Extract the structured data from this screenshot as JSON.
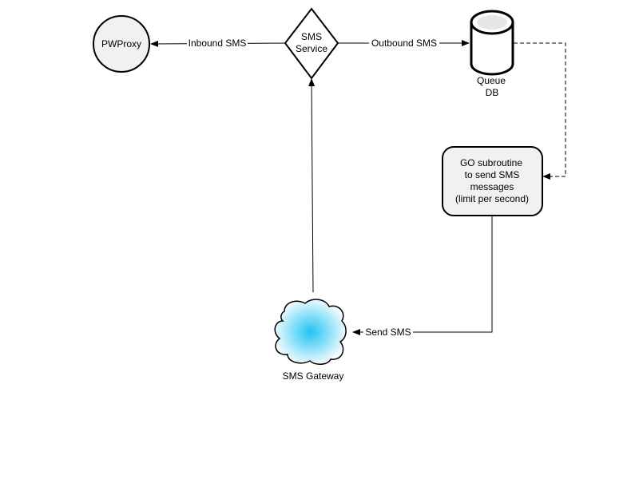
{
  "nodes": {
    "pwproxy": {
      "label": "PWProxy"
    },
    "sms_service": {
      "lines": [
        "SMS",
        "Service"
      ]
    },
    "queue_db": {
      "lines": [
        "Queue",
        "DB"
      ]
    },
    "go_subroutine": {
      "lines": [
        "GO subroutine",
        "to send SMS",
        "messages",
        "(limit per second)"
      ]
    },
    "sms_gateway": {
      "label": "SMS Gateway"
    }
  },
  "edges": {
    "inbound": {
      "label": "Inbound SMS"
    },
    "outbound": {
      "label": "Outbound SMS"
    },
    "send": {
      "label": "Send SMS"
    }
  },
  "colors": {
    "stroke": "#000000",
    "node_fill": "#f1f1f1",
    "cylinder_top": "#e6e6e6",
    "cloud_center": "#21c3f3",
    "cloud_edge": "#ffffff"
  }
}
